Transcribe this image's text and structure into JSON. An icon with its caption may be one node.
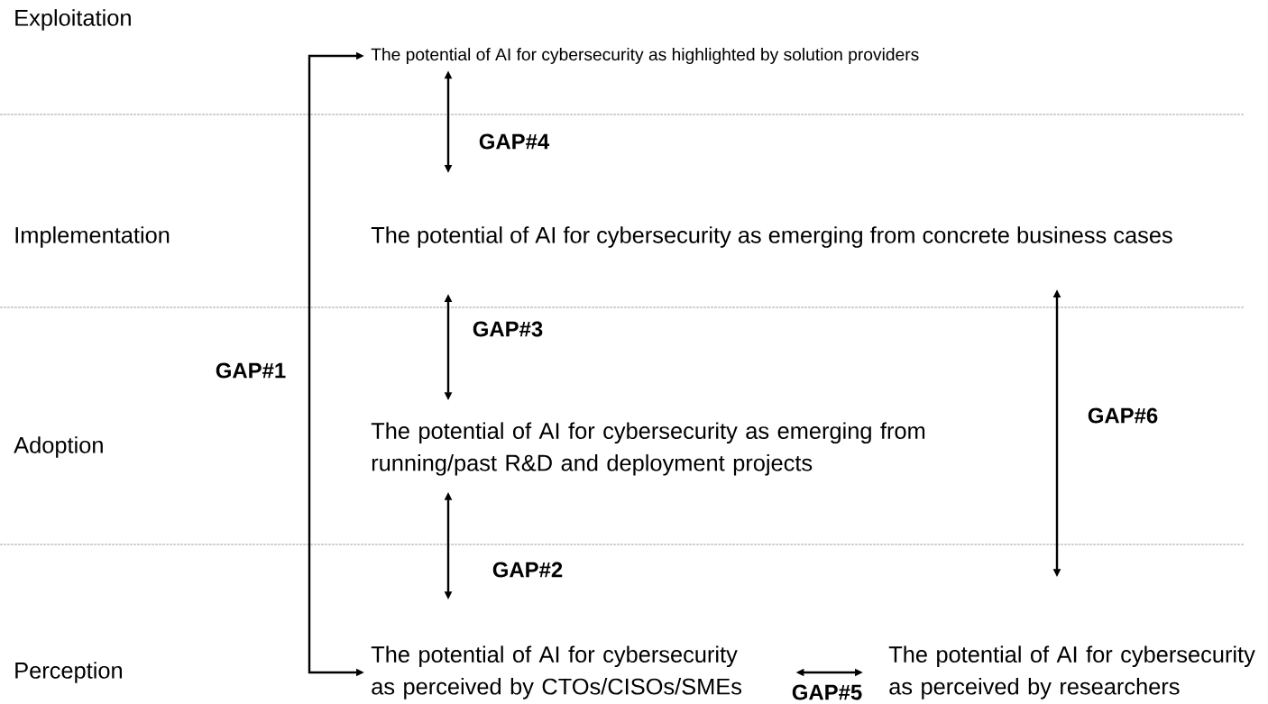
{
  "diagram": {
    "nodes": [
      {
        "text": [
          "The potential of AI for cybersecurity as highlighted by solution providers"
        ]
      },
      {
        "text": [
          "The potential of AI for cybersecurity as emerging from concrete business cases"
        ]
      },
      {
        "text": [
          "The potential of AI for cybersecurity as emerging from running/past R&D and deployment projects"
        ]
      },
      {
        "text": [
          "The potential of AI for cybersecurity as perceived by CTOs/CISOs/SMEs"
        ]
      },
      {
        "text": [
          "The potential of AI for cybersecurity as perceived by researchers"
        ]
      }
    ],
    "edges": [
      {
        "from": 3,
        "to": 0,
        "arrow": "both",
        "label": "GAP#1"
      },
      {
        "from": 1,
        "to": 0,
        "arrow": "both",
        "label": "GAP#4"
      },
      {
        "from": 2,
        "to": 1,
        "arrow": "both",
        "label": "GAP#3"
      },
      {
        "from": 3,
        "to": 2,
        "arrow": "both",
        "label": "GAP#2"
      },
      {
        "from": 3,
        "to": 4,
        "arrow": "both",
        "label": "GAP#5"
      },
      {
        "from": 4,
        "to": 1,
        "arrow": "both",
        "label": "GAP#6"
      }
    ],
    "labels": [
      "Exploitation",
      "Implementation",
      "Adoption",
      "Perception"
    ]
  }
}
